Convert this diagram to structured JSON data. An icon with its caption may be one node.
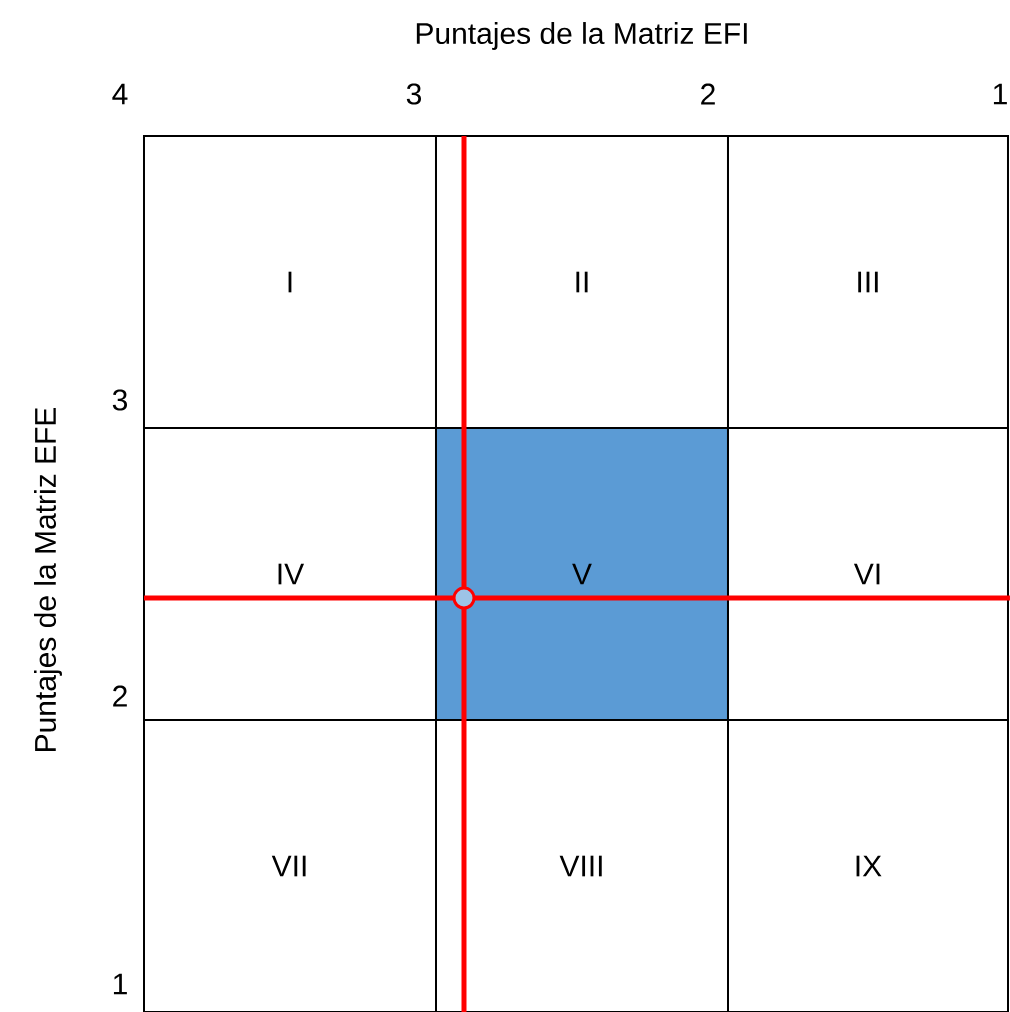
{
  "diagram": {
    "nodes": [
      {
        "text": [
          "I"
        ]
      },
      {
        "text": [
          "II"
        ]
      },
      {
        "text": [
          "III"
        ]
      },
      {
        "text": [
          "IV"
        ]
      },
      {
        "text": [
          "V"
        ]
      },
      {
        "text": [
          "VI"
        ]
      },
      {
        "text": [
          "VII"
        ]
      },
      {
        "text": [
          "VIII"
        ]
      },
      {
        "text": [
          "IX"
        ]
      }
    ],
    "labels": [
      "Puntajes de la Matriz EFI",
      "4",
      "3",
      "2",
      "1",
      "Puntajes de la Matriz EFE",
      "3",
      "2",
      "1"
    ]
  }
}
